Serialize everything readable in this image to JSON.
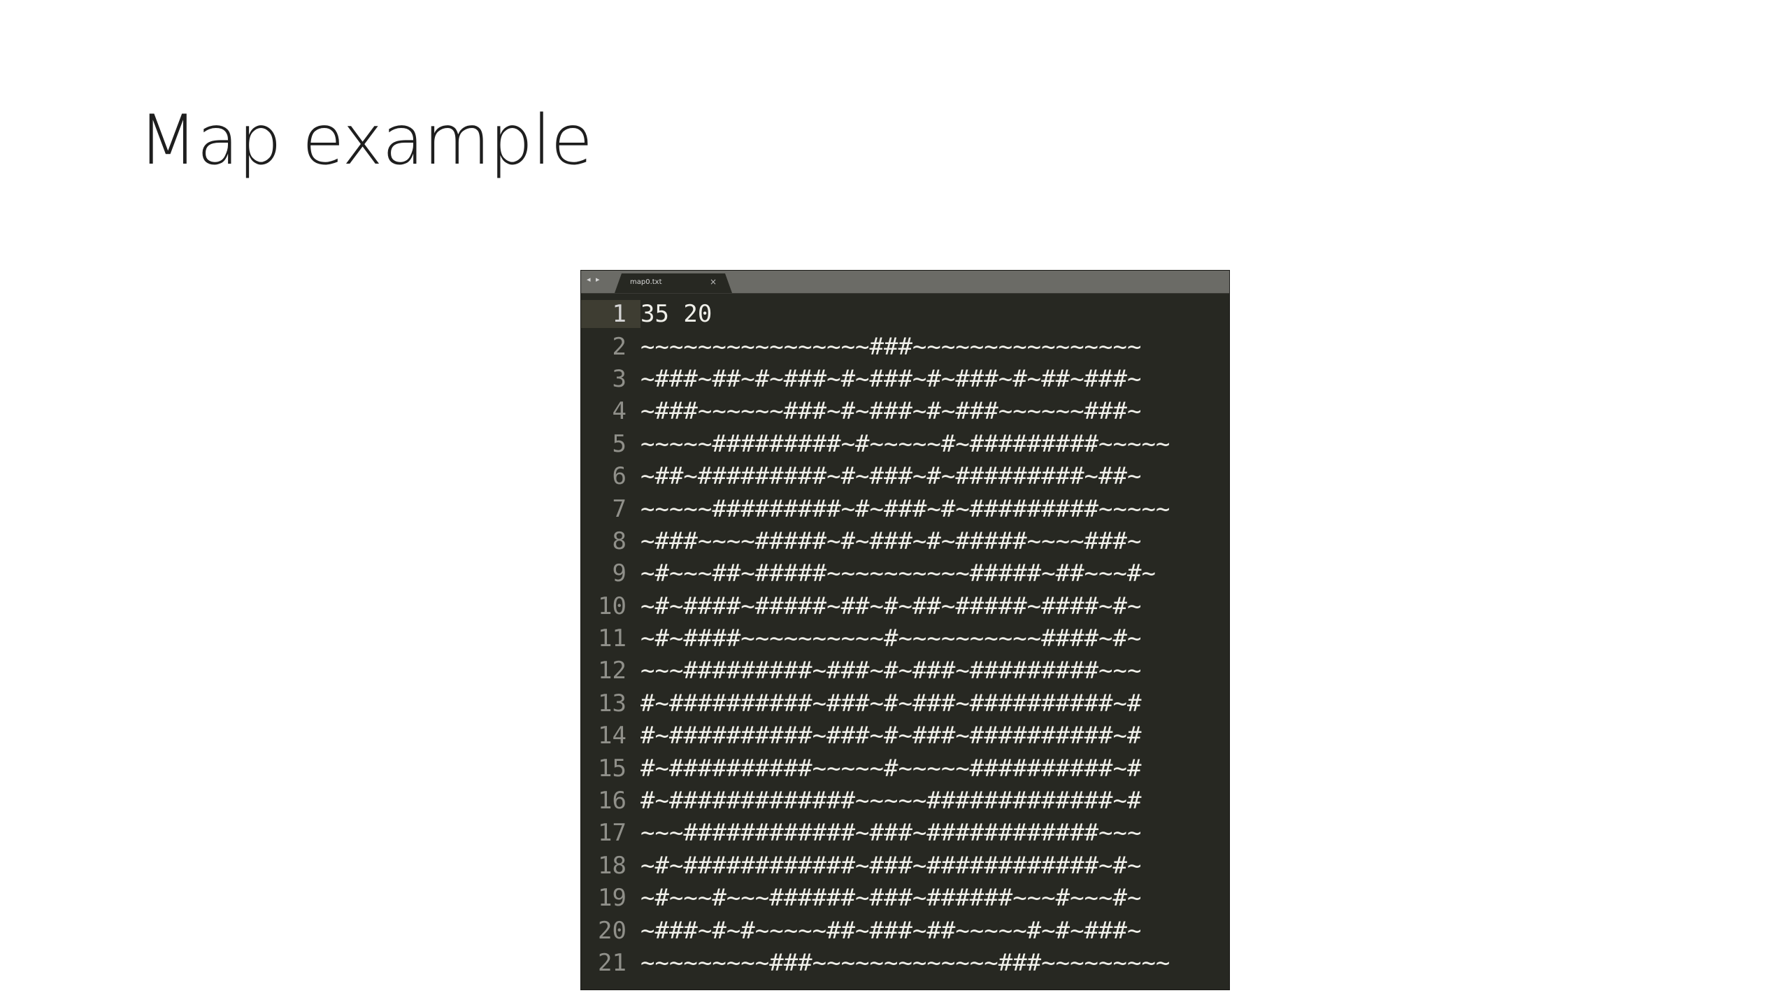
{
  "slide": {
    "title": "Map example"
  },
  "editor": {
    "tab_label": "map0.txt",
    "nav_left": "◂",
    "nav_right": "▸",
    "close_glyph": "×",
    "lines": [
      {
        "num": "1",
        "text": "35 20"
      },
      {
        "num": "2",
        "text": "~~~~~~~~~~~~~~~~###~~~~~~~~~~~~~~~~"
      },
      {
        "num": "3",
        "text": "~###~##~#~###~#~###~#~###~#~##~###~"
      },
      {
        "num": "4",
        "text": "~###~~~~~~###~#~###~#~###~~~~~~###~"
      },
      {
        "num": "5",
        "text": "~~~~~#########~#~~~~~#~#########~~~~~"
      },
      {
        "num": "6",
        "text": "~##~#########~#~###~#~#########~##~"
      },
      {
        "num": "7",
        "text": "~~~~~#########~#~###~#~#########~~~~~"
      },
      {
        "num": "8",
        "text": "~###~~~~#####~#~###~#~#####~~~~###~"
      },
      {
        "num": "9",
        "text": "~#~~~##~#####~~~~~~~~~~#####~##~~~#~"
      },
      {
        "num": "10",
        "text": "~#~####~#####~##~#~##~#####~####~#~"
      },
      {
        "num": "11",
        "text": "~#~####~~~~~~~~~~#~~~~~~~~~~####~#~"
      },
      {
        "num": "12",
        "text": "~~~#########~###~#~###~#########~~~"
      },
      {
        "num": "13",
        "text": "#~##########~###~#~###~##########~#"
      },
      {
        "num": "14",
        "text": "#~##########~###~#~###~##########~#"
      },
      {
        "num": "15",
        "text": "#~##########~~~~~#~~~~~##########~#"
      },
      {
        "num": "16",
        "text": "#~#############~~~~~#############~#"
      },
      {
        "num": "17",
        "text": "~~~############~###~############~~~"
      },
      {
        "num": "18",
        "text": "~#~############~###~############~#~"
      },
      {
        "num": "19",
        "text": "~#~~~#~~~######~###~######~~~#~~~#~"
      },
      {
        "num": "20",
        "text": "~###~#~#~~~~~##~###~##~~~~~#~#~###~"
      },
      {
        "num": "21",
        "text": "~~~~~~~~~###~~~~~~~~~~~~~###~~~~~~~~~"
      }
    ]
  }
}
